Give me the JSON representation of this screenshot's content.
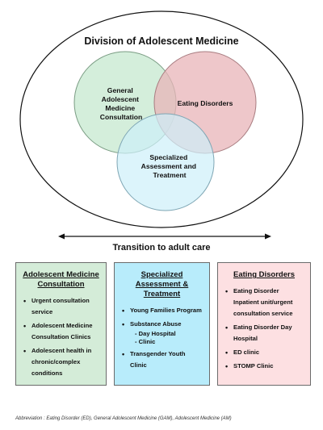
{
  "title": "Division of Adolescent Medicine",
  "venn": {
    "gam_lines": [
      "General",
      "Adolescent",
      "Medicine",
      "Consultation"
    ],
    "ed_lines": [
      "Eating Disorders"
    ],
    "sat_lines": [
      "Specialized",
      "Assessment and",
      "Treatment"
    ]
  },
  "colors": {
    "gam": "#cdebd5",
    "ed": "#e8b4b8",
    "sat": "#cdeffa",
    "box_gam": "#d4ecd8",
    "box_sat": "#b8ecfb",
    "box_ed": "#fde0e2"
  },
  "transition_label": "Transition to adult care",
  "boxes": {
    "gam": {
      "title_lines": [
        "Adolescent Medicine",
        "Consultation"
      ],
      "items": [
        "Urgent consultation service",
        "Adolescent Medicine Consultation Clinics",
        "Adolescent health in chronic/complex conditions"
      ]
    },
    "sat": {
      "title_lines": [
        "Specialized",
        "Assessment & Treatment"
      ],
      "items": [
        "Young Families Program",
        "Substance Abuse",
        "Transgender Youth Clinic"
      ],
      "sub_items": [
        "-  Day  Hospital",
        "-  Clinic"
      ]
    },
    "ed": {
      "title_lines": [
        "Eating Disorders"
      ],
      "items": [
        "Eating Disorder Inpatient unit/urgent consultation service",
        "Eating Disorder Day Hospital",
        "ED clinic",
        "STOMP Clinic"
      ]
    }
  },
  "footnote": "Abbreviation : Eating Disorder (ED), General Adolescent Medicine (GAM), Adolescent Medicine (AM)"
}
